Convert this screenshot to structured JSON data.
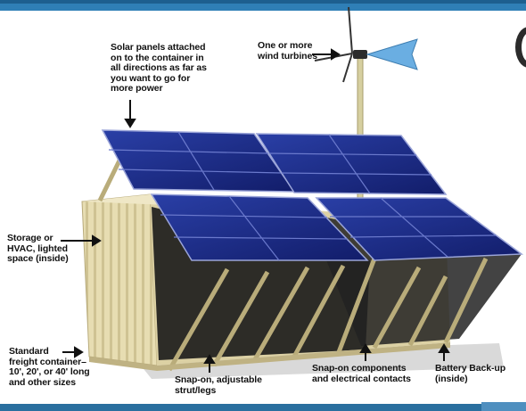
{
  "labels": {
    "solar_panels": "Solar panels attached\non to the container in\nall directions as far as\nyou want to go for\nmore power",
    "wind_turbines": "One or more\nwind turbines",
    "storage": "Storage or\nHVAC, lighted\nspace (inside)",
    "container": "Standard\nfreight container–\n10', 20', or 40' long\nand other sizes",
    "strut": "Snap-on, adjustable\nstrut/legs",
    "components": "Snap-on components\nand electrical contacts",
    "battery": "Battery Back-up\n(inside)"
  },
  "colors": {
    "frame_blue": "#2f7fb6",
    "panel_blue": "#1e2e8c",
    "panel_grid": "#5a6bc4",
    "container_beige": "#e6dcb0",
    "container_shadow": "#c9bd8c",
    "turbine_blade": "#5fa8e0"
  }
}
